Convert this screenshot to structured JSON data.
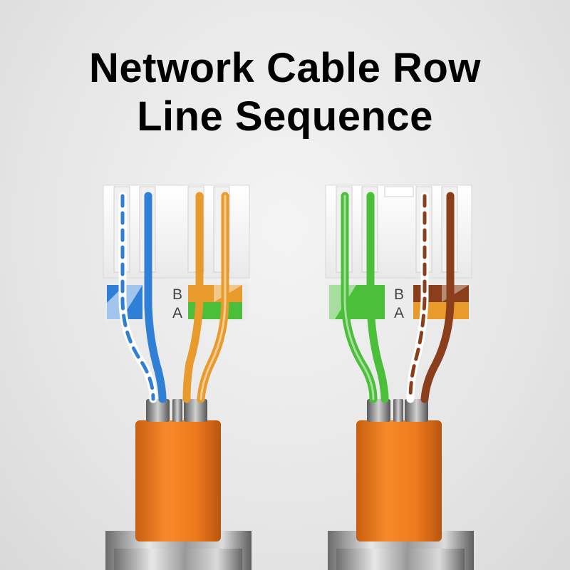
{
  "title": {
    "line1": "Network Cable Row",
    "line2": "Line Sequence"
  },
  "connectors": [
    {
      "name": "left",
      "label_b": "B",
      "label_a": "A",
      "wire_colors": [
        "#2f7fd6",
        "#2f7fd6",
        "#e89a2a",
        "#e89a2a"
      ]
    },
    {
      "name": "right",
      "label_b": "B",
      "label_a": "A",
      "wire_colors": [
        "#4cbf3a",
        "#4cbf3a",
        "#8b3e1c",
        "#8b3e1c"
      ]
    }
  ],
  "colors": {
    "jacket": "#f07a1e",
    "blue": "#2f7fd6",
    "orange": "#e89a2a",
    "green": "#4cbf3a",
    "brown": "#8b3e1c",
    "white_plastic": "#ffffff",
    "metal": "#b8b8b8"
  }
}
